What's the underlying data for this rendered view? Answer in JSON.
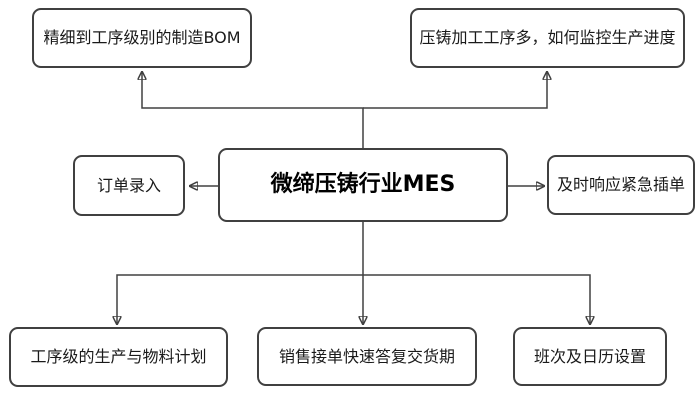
{
  "nodes": {
    "center": {
      "label": "微缔压铸行业MES"
    },
    "top_left": {
      "label": "精细到工序级别的制造BOM"
    },
    "top_right": {
      "label": "压铸加工工序多，如何监控生产进度"
    },
    "left": {
      "label": "订单录入"
    },
    "right": {
      "label": "及时响应紧急插单"
    },
    "bottom_left": {
      "label": "工序级的生产与物料计划"
    },
    "bottom_center": {
      "label": "销售接单快速答复交货期"
    },
    "bottom_right": {
      "label": "班次及日历设置"
    }
  },
  "edges": [
    {
      "from": "center",
      "to": "top_left"
    },
    {
      "from": "center",
      "to": "top_right"
    },
    {
      "from": "center",
      "to": "left"
    },
    {
      "from": "center",
      "to": "right"
    },
    {
      "from": "center",
      "to": "bottom_left"
    },
    {
      "from": "center",
      "to": "bottom_center"
    },
    {
      "from": "center",
      "to": "bottom_right"
    }
  ],
  "colors": {
    "line": "#404040",
    "box_border": "#404040",
    "box_background": "#ffffff",
    "text": "#1a1a1a",
    "page_background": "#ffffff"
  }
}
